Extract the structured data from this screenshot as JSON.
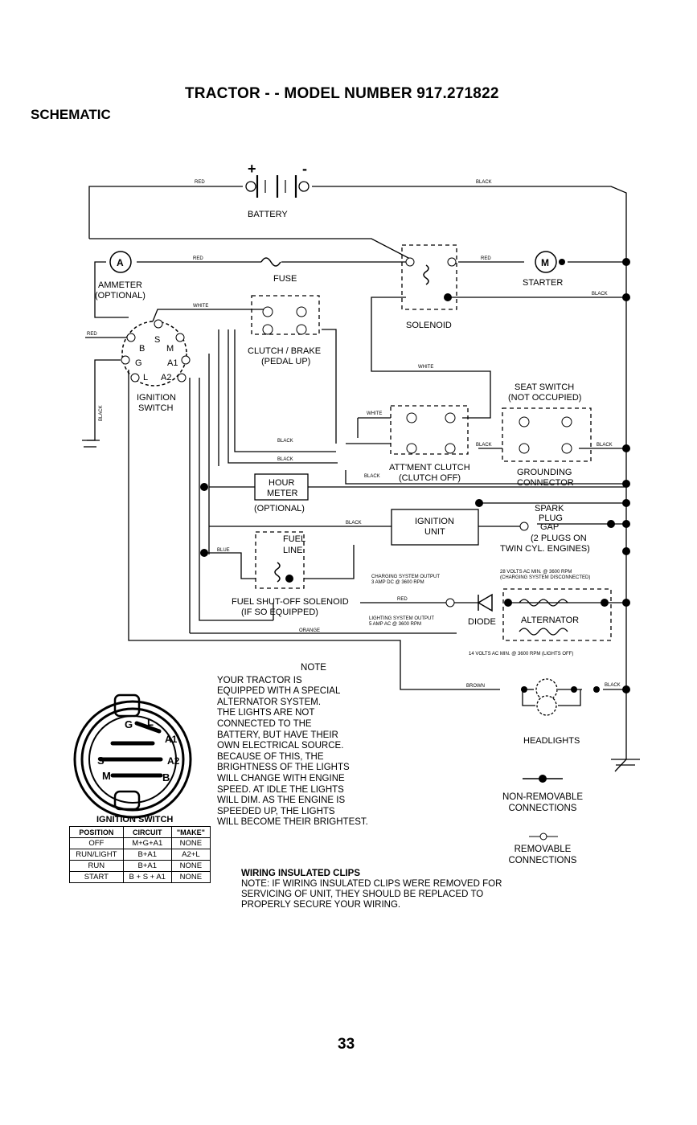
{
  "header": {
    "title": "TRACTOR - - MODEL NUMBER 917.271822",
    "section": "SCHEMATIC"
  },
  "components": {
    "battery": "BATTERY",
    "battery_plus": "+",
    "battery_minus": "-",
    "ammeter": "AMMETER",
    "ammeter_optional": "(OPTIONAL)",
    "ammeter_symbol": "A",
    "fuse": "FUSE",
    "starter": "STARTER",
    "starter_symbol": "M",
    "solenoid": "SOLENOID",
    "clutch_brake": "CLUTCH / BRAKE",
    "clutch_brake_sub": "(PEDAL UP)",
    "seat_switch": "SEAT SWITCH",
    "seat_switch_sub": "(NOT OCCUPIED)",
    "attment_clutch": "ATT'MENT CLUTCH",
    "attment_clutch_sub": "(CLUTCH OFF)",
    "grounding": "GROUNDING",
    "grounding_sub": "CONNECTOR",
    "ignition_switch_1": "IGNITION",
    "ignition_switch_2": "SWITCH",
    "hour_meter_1": "HOUR",
    "hour_meter_2": "METER",
    "hour_meter_opt": "(OPTIONAL)",
    "ignition_unit_1": "IGNITION",
    "ignition_unit_2": "UNIT",
    "spark_plug_1": "SPARK",
    "spark_plug_2": "PLUG",
    "spark_plug_3": "GAP",
    "spark_plug_4": "(2 PLUGS ON",
    "spark_plug_5": "TWIN CYL. ENGINES)",
    "fuel_line_1": "FUEL",
    "fuel_line_2": "LINE",
    "fuel_solenoid": "FUEL SHUT-OFF SOLENOID",
    "fuel_solenoid_sub": "(IF SO EQUIPPED)",
    "diode": "DIODE",
    "alternator": "ALTERNATOR",
    "headlights": "HEADLIGHTS",
    "term_s": "S",
    "term_b": "B",
    "term_m": "M",
    "term_g": "G",
    "term_a1": "A1",
    "term_l": "L",
    "term_a2": "A2"
  },
  "wire_labels": {
    "red": "RED",
    "black": "BLACK",
    "white": "WHITE",
    "blue": "BLUE",
    "orange": "ORANGE",
    "brown": "BROWN"
  },
  "outputs": {
    "charging_1": "CHARGING SYSTEM OUTPUT",
    "charging_2": "3 AMP DC @ 3600 RPM",
    "lighting_1": "LIGHTING SYSTEM OUTPUT",
    "lighting_2": "5 AMP AC @ 3600 RPM",
    "volts28_1": "28 VOLTS AC MIN. @ 3600 RPM",
    "volts28_2": "(CHARGING SYSTEM DISCONNECTED)",
    "volts14": "14 VOLTS AC MIN. @ 3600 RPM (LIGHTS OFF)"
  },
  "note": {
    "title": "NOTE",
    "lines": [
      "YOUR TRACTOR IS",
      "EQUIPPED WITH A SPECIAL",
      "ALTERNATOR SYSTEM.",
      "THE LIGHTS ARE NOT",
      "CONNECTED TO THE",
      "BATTERY, BUT HAVE THEIR",
      "OWN ELECTRICAL SOURCE.",
      "BECAUSE OF THIS, THE",
      "BRIGHTNESS OF THE LIGHTS",
      "WILL CHANGE WITH ENGINE",
      "SPEED.  AT IDLE THE LIGHTS",
      "WILL DIM.  AS THE ENGINE IS",
      "SPEEDED UP, THE LIGHTS",
      "WILL BECOME THEIR BRIGHTEST."
    ]
  },
  "legend": {
    "non_removable_1": "NON-REMOVABLE",
    "non_removable_2": "CONNECTIONS",
    "removable_1": "REMOVABLE",
    "removable_2": "CONNECTIONS"
  },
  "ignition_switch_table": {
    "title": "IGNITION SWITCH",
    "face_labels": [
      "G",
      "L",
      "A1",
      "S",
      "A2",
      "M",
      "B"
    ],
    "headers": [
      "POSITION",
      "CIRCUIT",
      "\"MAKE\""
    ],
    "rows": [
      [
        "OFF",
        "M+G+A1",
        "NONE"
      ],
      [
        "RUN/LIGHT",
        "B+A1",
        "A2+L"
      ],
      [
        "RUN",
        "B+A1",
        "NONE"
      ],
      [
        "START",
        "B + S + A1",
        "NONE"
      ]
    ]
  },
  "wiring": {
    "heading": "WIRING INSULATED CLIPS",
    "note_prefix": "NOTE:",
    "lines": [
      " IF WIRING INSULATED CLIPS WERE REMOVED FOR",
      "SERVICING OF UNIT, THEY SHOULD BE REPLACED TO",
      "PROPERLY SECURE YOUR WIRING."
    ]
  },
  "page_number": "33"
}
